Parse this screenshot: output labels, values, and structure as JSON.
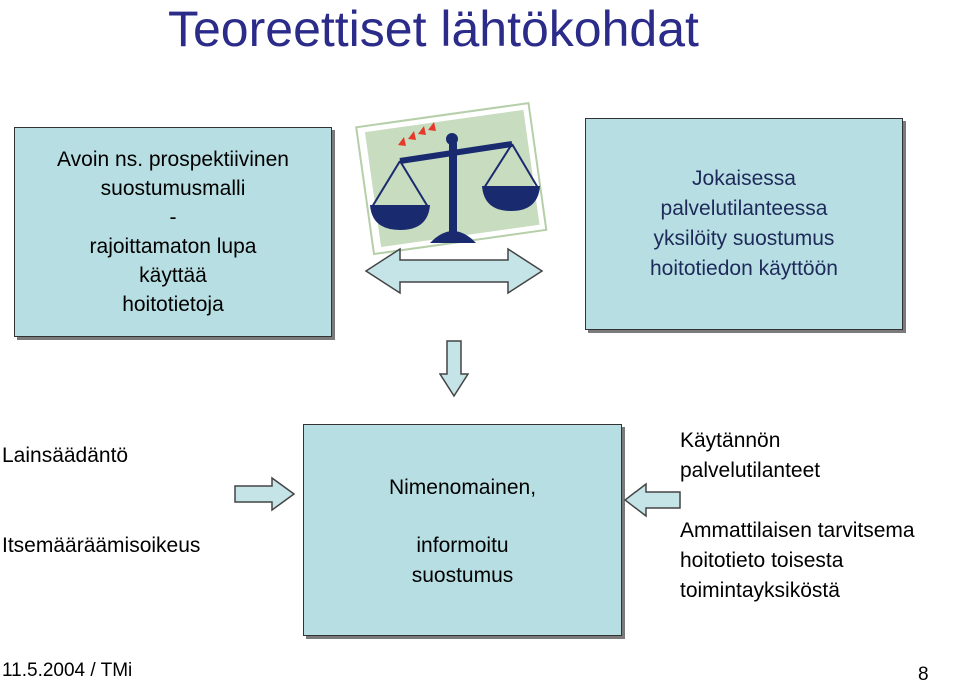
{
  "title": "Teoreettiset lähtökohdat",
  "box_left": {
    "lines": [
      "Avoin ns. prospektiivinen",
      "suostumusmalli",
      "-",
      "rajoittamaton lupa",
      "käyttää",
      "hoitotietoja"
    ]
  },
  "box_right": {
    "lines": [
      "Jokaisessa",
      "palvelutilanteessa",
      "yksilöity suostumus",
      "hoitotiedon käyttöön"
    ]
  },
  "box_center": {
    "line1": "Nimenomainen,",
    "line2": "informoitu",
    "line3": "suostumus"
  },
  "left_labels": {
    "label1": "Lainsäädäntö",
    "label2": "Itsemääräämisoikeus"
  },
  "right_labels": {
    "label1_a": "Käytännön",
    "label1_b": "palvelutilanteet",
    "label2_a": "Ammattilaisen tarvitsema",
    "label2_b": "hoitotieto toisesta",
    "label2_c": "toimintayksiköstä"
  },
  "footer": {
    "date_author": "11.5.2004 / TMi",
    "page_number": "8"
  },
  "colors": {
    "box_fill": "#b7dfe3",
    "title": "#2b2b8a",
    "arrow_fill": "#c4e4e8",
    "scale": "#1a2a6e"
  },
  "icons": [
    "scale-of-justice-icon",
    "double-arrow-icon",
    "down-arrow-icon",
    "right-arrow-icon",
    "left-arrow-icon"
  ]
}
